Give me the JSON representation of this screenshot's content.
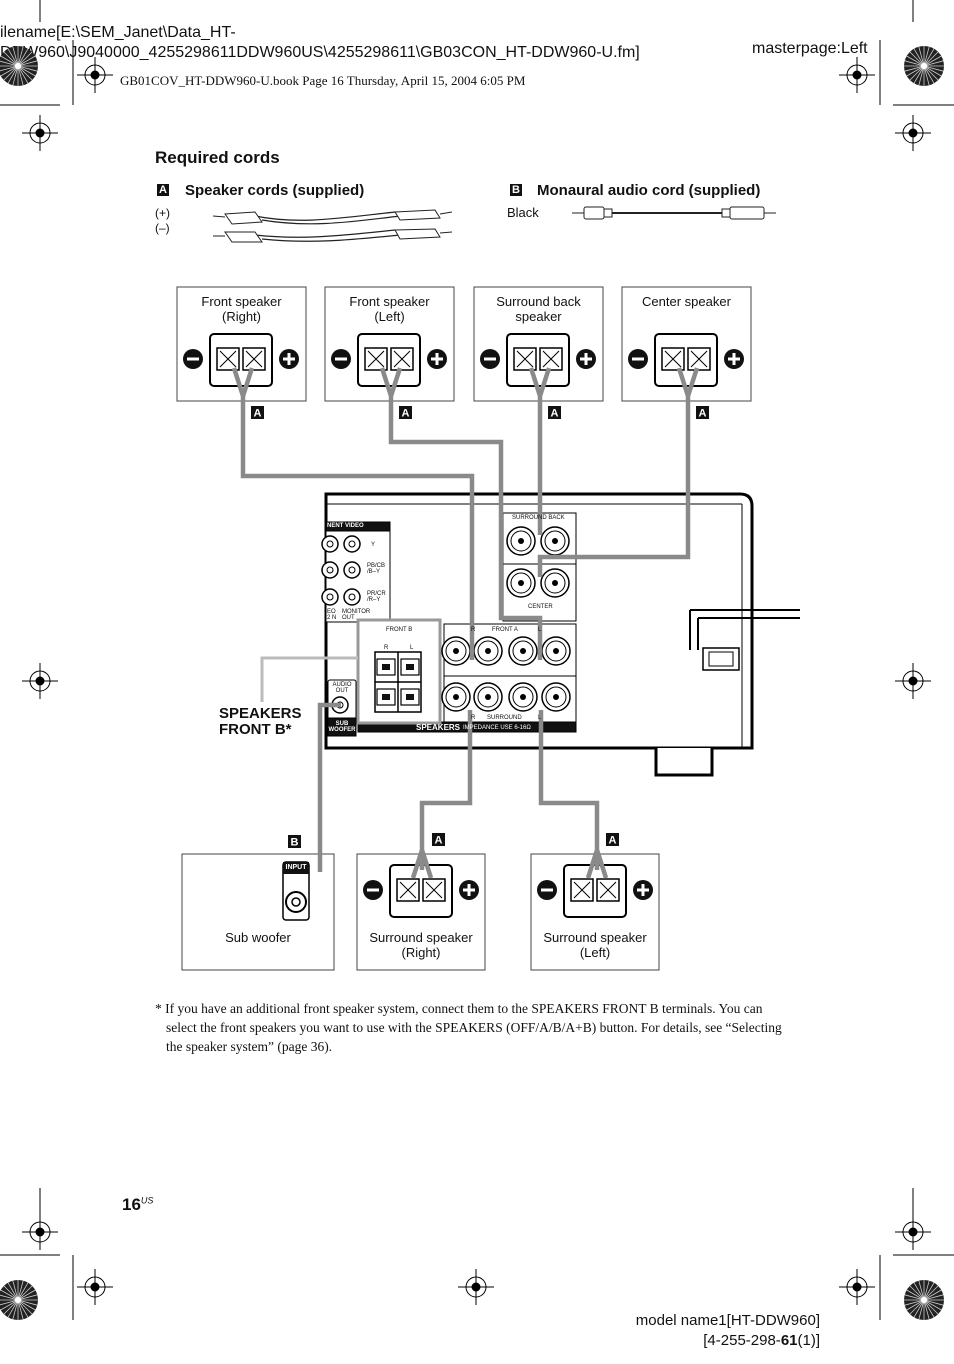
{
  "header": {
    "file_path_line1": "ilename[E:\\SEM_Janet\\Data_HT-",
    "file_path_line2": "DDW960\\J9040000_4255298611DDW960US\\4255298611\\GB03CON_HT-DDW960-U.fm]",
    "masterpage": "masterpage:Left",
    "book_line": "GB01COV_HT-DDW960-U.book  Page 16  Thursday, April 15, 2004  6:05 PM"
  },
  "section_title": "Required cords",
  "cords": {
    "a": {
      "tag": "A",
      "label": "Speaker cords (supplied)",
      "plus": "(+)",
      "minus": "(–)"
    },
    "b": {
      "tag": "B",
      "label": "Monaural audio cord (supplied)",
      "color": "Black"
    }
  },
  "speakers_top": [
    {
      "line1": "Front speaker",
      "line2": "(Right)",
      "tag": "A"
    },
    {
      "line1": "Front speaker",
      "line2": "(Left)",
      "tag": "A"
    },
    {
      "line1": "Surround back",
      "line2": "speaker",
      "tag": "A"
    },
    {
      "line1": "Center speaker",
      "line2": "",
      "tag": "A"
    }
  ],
  "receiver": {
    "component_video": "NENT VIDEO",
    "y": "Y",
    "pb": "PB/CB /B–Y",
    "pr": "PR/CR /R–Y",
    "monitor_out": "MONITOR OUT",
    "video2_in": "EO 2 N",
    "surround_back": "SURROUND BACK",
    "center": "CENTER",
    "front_a": "FRONT A",
    "surround": "SURROUND",
    "front_b": "FRONT B",
    "r": "R",
    "l": "L",
    "audio_out": "AUDIO OUT",
    "sub_woofer": "SUB WOOFER",
    "speakers": "SPEAKERS",
    "impedance": "IMPEDANCE USE 6-16Ω"
  },
  "speakers_front_b": {
    "line1": "SPEAKERS",
    "line2": "FRONT B*"
  },
  "speakers_bottom": [
    {
      "line1": "Sub woofer",
      "line2": "",
      "tag": "B",
      "input": "INPUT"
    },
    {
      "line1": "Surround speaker",
      "line2": "(Right)",
      "tag": "A"
    },
    {
      "line1": "Surround speaker",
      "line2": "(Left)",
      "tag": "A"
    }
  ],
  "footnote": {
    "line1": "* If you have an additional front speaker system, connect them to the SPEAKERS FRONT B terminals. You can",
    "line2": "select the front speakers you want to use with the SPEAKERS (OFF/A/B/A+B) button. For details, see “Selecting",
    "line3": "the speaker system” (page 36)."
  },
  "page_number": {
    "num": "16",
    "suffix": "US"
  },
  "footer": {
    "line1": "model name1[HT-DDW960]",
    "line2_pre": "[4-255-298-",
    "line2_bold": "61",
    "line2_post": "(1)]"
  },
  "colors": {
    "wire": "#8a8a8a",
    "ink": "#111111"
  }
}
